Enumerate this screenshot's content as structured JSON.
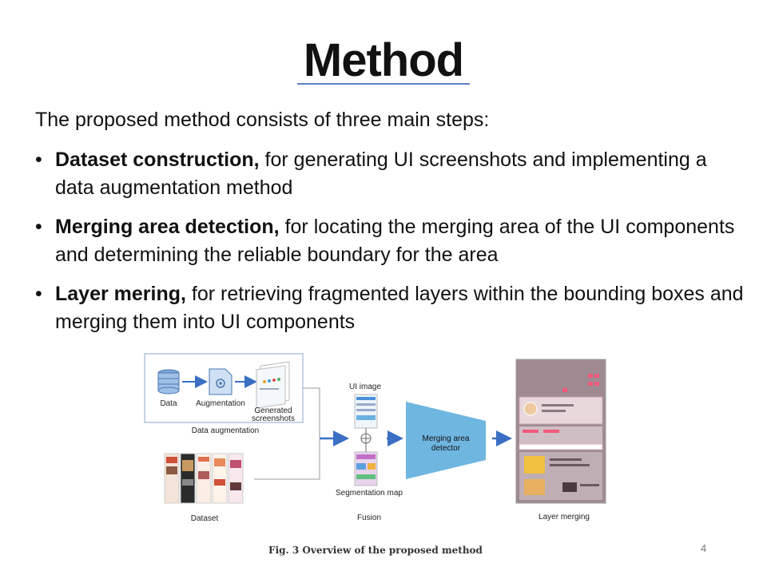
{
  "slide": {
    "title": "Method",
    "intro": "The proposed method consists of three main steps:",
    "bullets": [
      {
        "bold": "Dataset construction,",
        "text": " for generating UI screenshots and implementing a data augmentation method"
      },
      {
        "bold": "Merging area detection,",
        "text": " for locating the merging area of the UI components and determining the reliable boundary for the area"
      },
      {
        "bold": "Layer mering,",
        "text": " for retrieving fragmented layers within the bounding boxes and merging them into UI components"
      }
    ],
    "page_number": "4"
  },
  "figure": {
    "caption": "Fig. 3  Overview of the proposed method",
    "labels": {
      "data": "Data",
      "augmentation": "Augmentation",
      "generated_1": "Generated",
      "generated_2": "screenshots",
      "data_augmentation": "Data augmentation",
      "dataset": "Dataset",
      "ui_image": "UI image",
      "segmentation_map": "Segmentation map",
      "fusion": "Fusion",
      "detector_1": "Merging area",
      "detector_2": "detector",
      "layer_merging": "Layer merging"
    },
    "colors": {
      "arrow": "#3a6fc4",
      "detector": "#6fb6e0",
      "box_border": "#9fb6d6",
      "title_underline": "#5b7fc4",
      "merging_panel": "#a08a92"
    }
  }
}
